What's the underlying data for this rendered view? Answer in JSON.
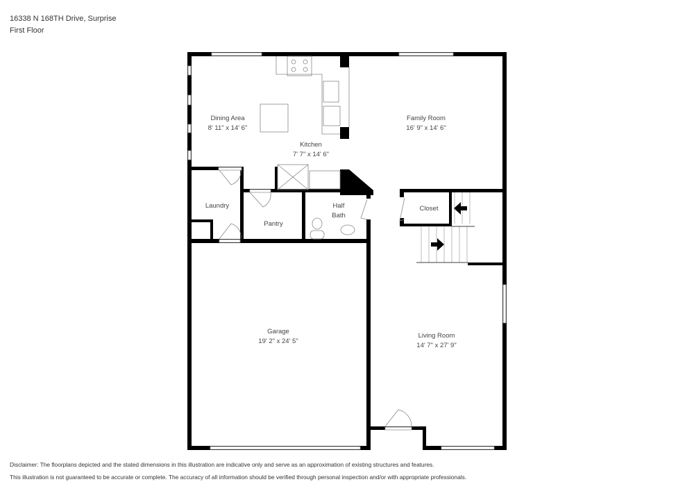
{
  "header": {
    "address": "16338 N 168TH Drive, Surprise",
    "floor": "First Floor"
  },
  "rooms": [
    {
      "name": "Dining Area",
      "dimensions": "8' 11\" x 14' 6\""
    },
    {
      "name": "Kitchen",
      "dimensions": "7' 7\" x 14' 6\""
    },
    {
      "name": "Family Room",
      "dimensions": "16' 9\" x 14' 6\""
    },
    {
      "name": "Laundry",
      "dimensions": ""
    },
    {
      "name": "Pantry",
      "dimensions": ""
    },
    {
      "name": "Half",
      "name2": "Bath",
      "dimensions": ""
    },
    {
      "name": "Closet",
      "dimensions": ""
    },
    {
      "name": "Garage",
      "dimensions": "19' 2\" x 24' 5\""
    },
    {
      "name": "Living Room",
      "dimensions": "14' 7\" x 27' 9\""
    }
  ],
  "disclaimer": {
    "line1": "Disclaimer: The floorplans depicted and the stated dimensions in this illustration are indicative only and serve as an approximation of existing structures and features.",
    "line2": "This illustration is not guaranteed to be accurate or complete. The accuracy of all information should be verified through personal inspection and/or with appropriate professionals."
  },
  "colors": {
    "wall": "#000000",
    "fixture_line": "#888888",
    "text": "#333333"
  },
  "icons": [
    "stove-icon",
    "sink-icon",
    "island-icon",
    "washer-dryer-icon",
    "toilet-icon",
    "bath-sink-icon",
    "stairs-up-arrow-icon",
    "stairs-down-arrow-icon",
    "door-swing-icon",
    "window-icon"
  ]
}
